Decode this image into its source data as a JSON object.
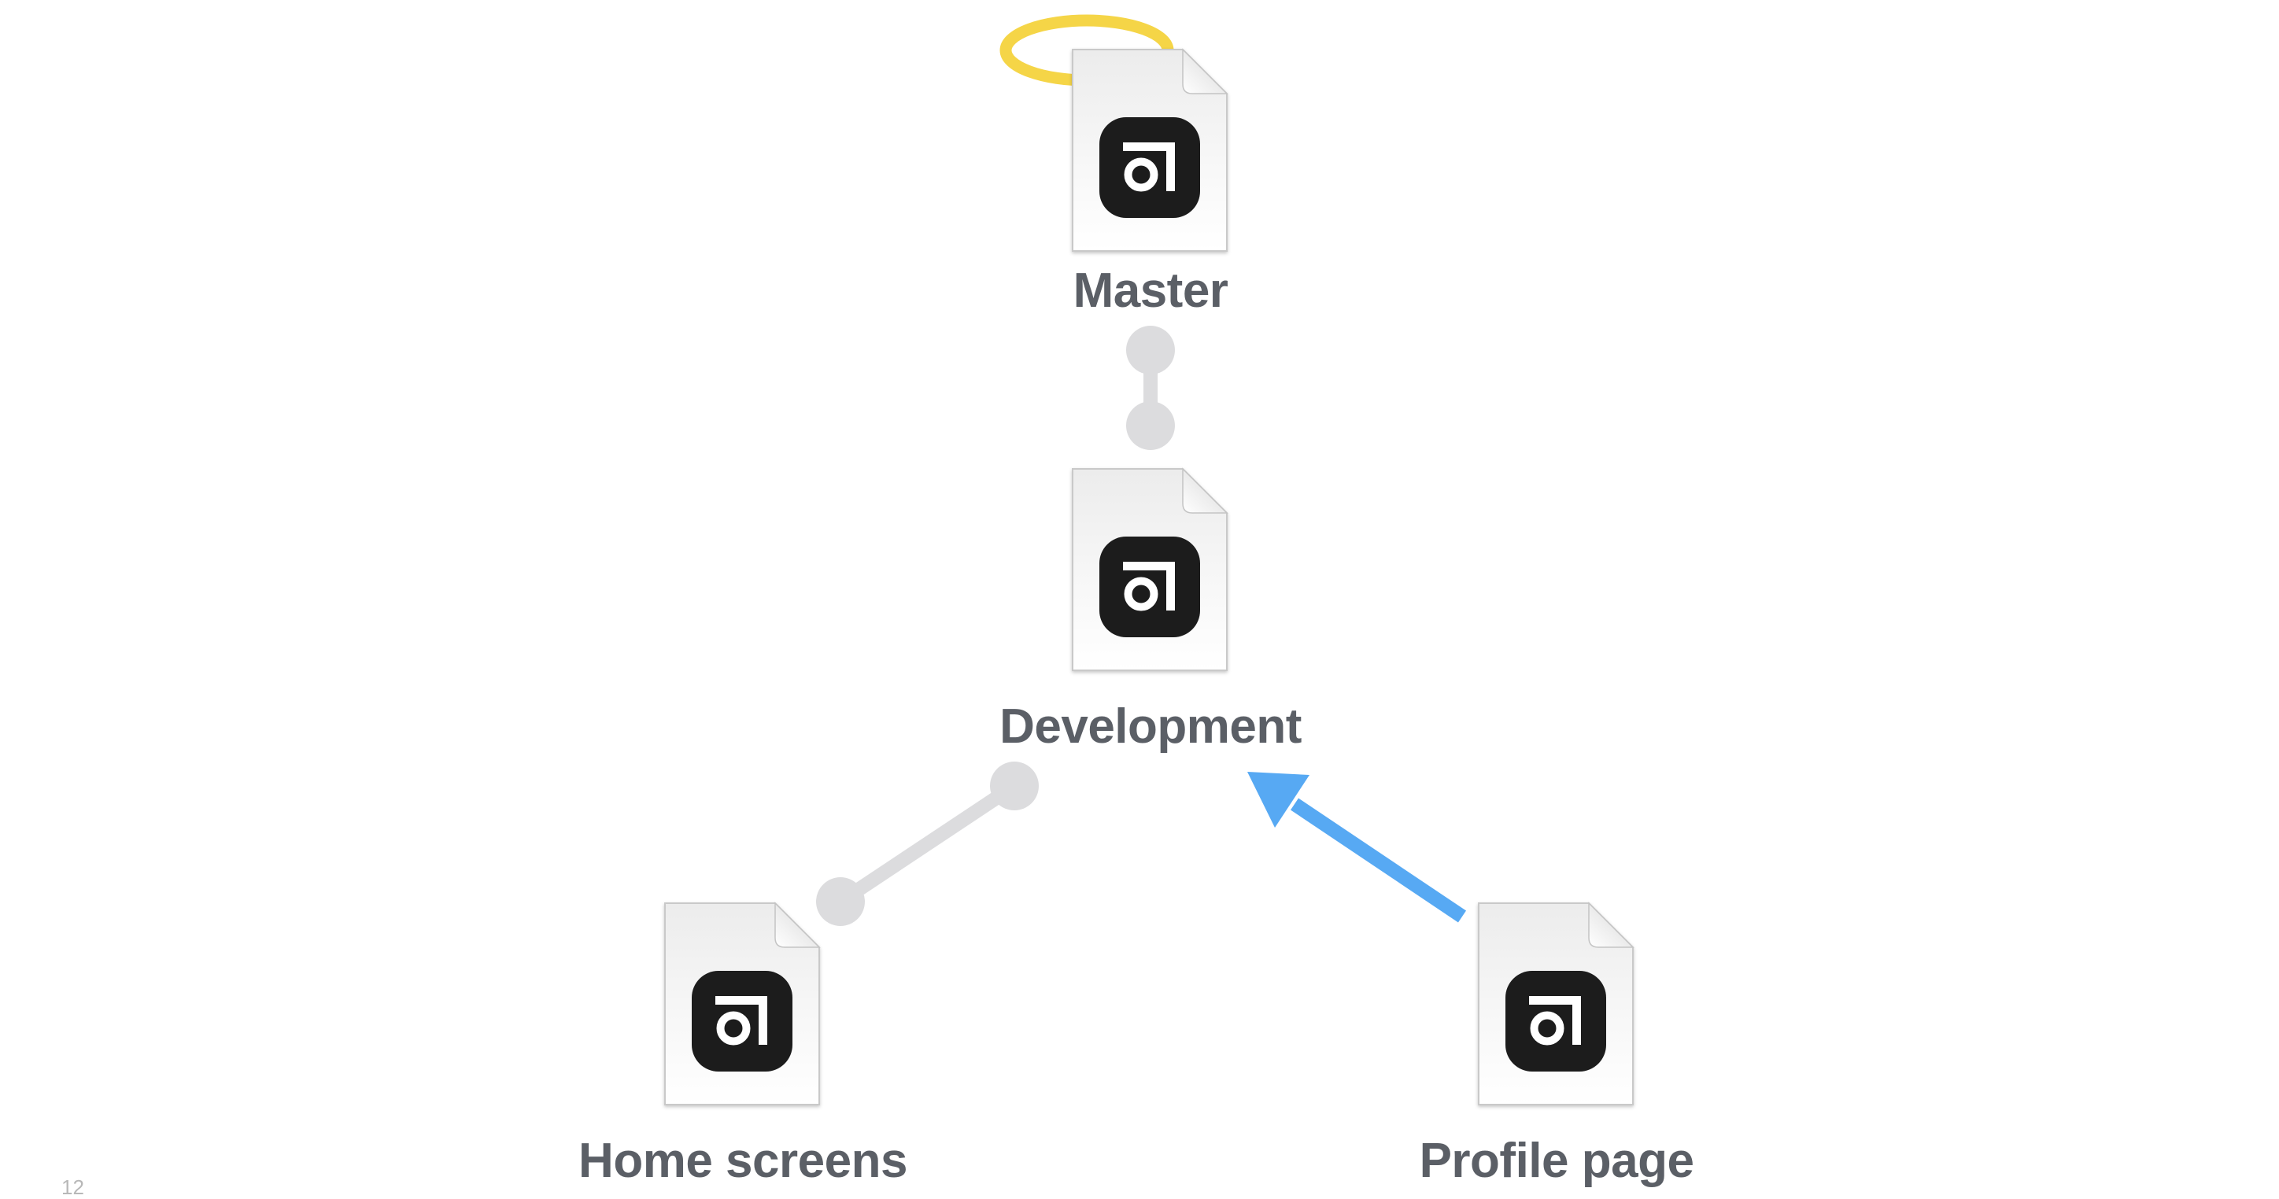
{
  "files": [
    {
      "id": "master",
      "label": "Master",
      "icon": "abstract-file-icon",
      "halo": true
    },
    {
      "id": "development",
      "label": "Development",
      "icon": "abstract-file-icon",
      "halo": false
    },
    {
      "id": "home-screens",
      "label": "Home screens",
      "icon": "abstract-file-icon",
      "halo": false
    },
    {
      "id": "profile-page",
      "label": "Profile page",
      "icon": "abstract-file-icon",
      "halo": false
    }
  ],
  "connections": [
    {
      "from": "master",
      "to": "development",
      "kind": "link"
    },
    {
      "from": "home-screens",
      "to": "development",
      "kind": "link"
    },
    {
      "from": "profile-page",
      "to": "development",
      "kind": "merge-arrow"
    }
  ],
  "colors": {
    "label": "#5b5f66",
    "link": "#dcdcde",
    "arrow": "#57a9f3",
    "halo": "#f5d547",
    "logo": "#1c1c1c"
  },
  "slide_number": "12"
}
